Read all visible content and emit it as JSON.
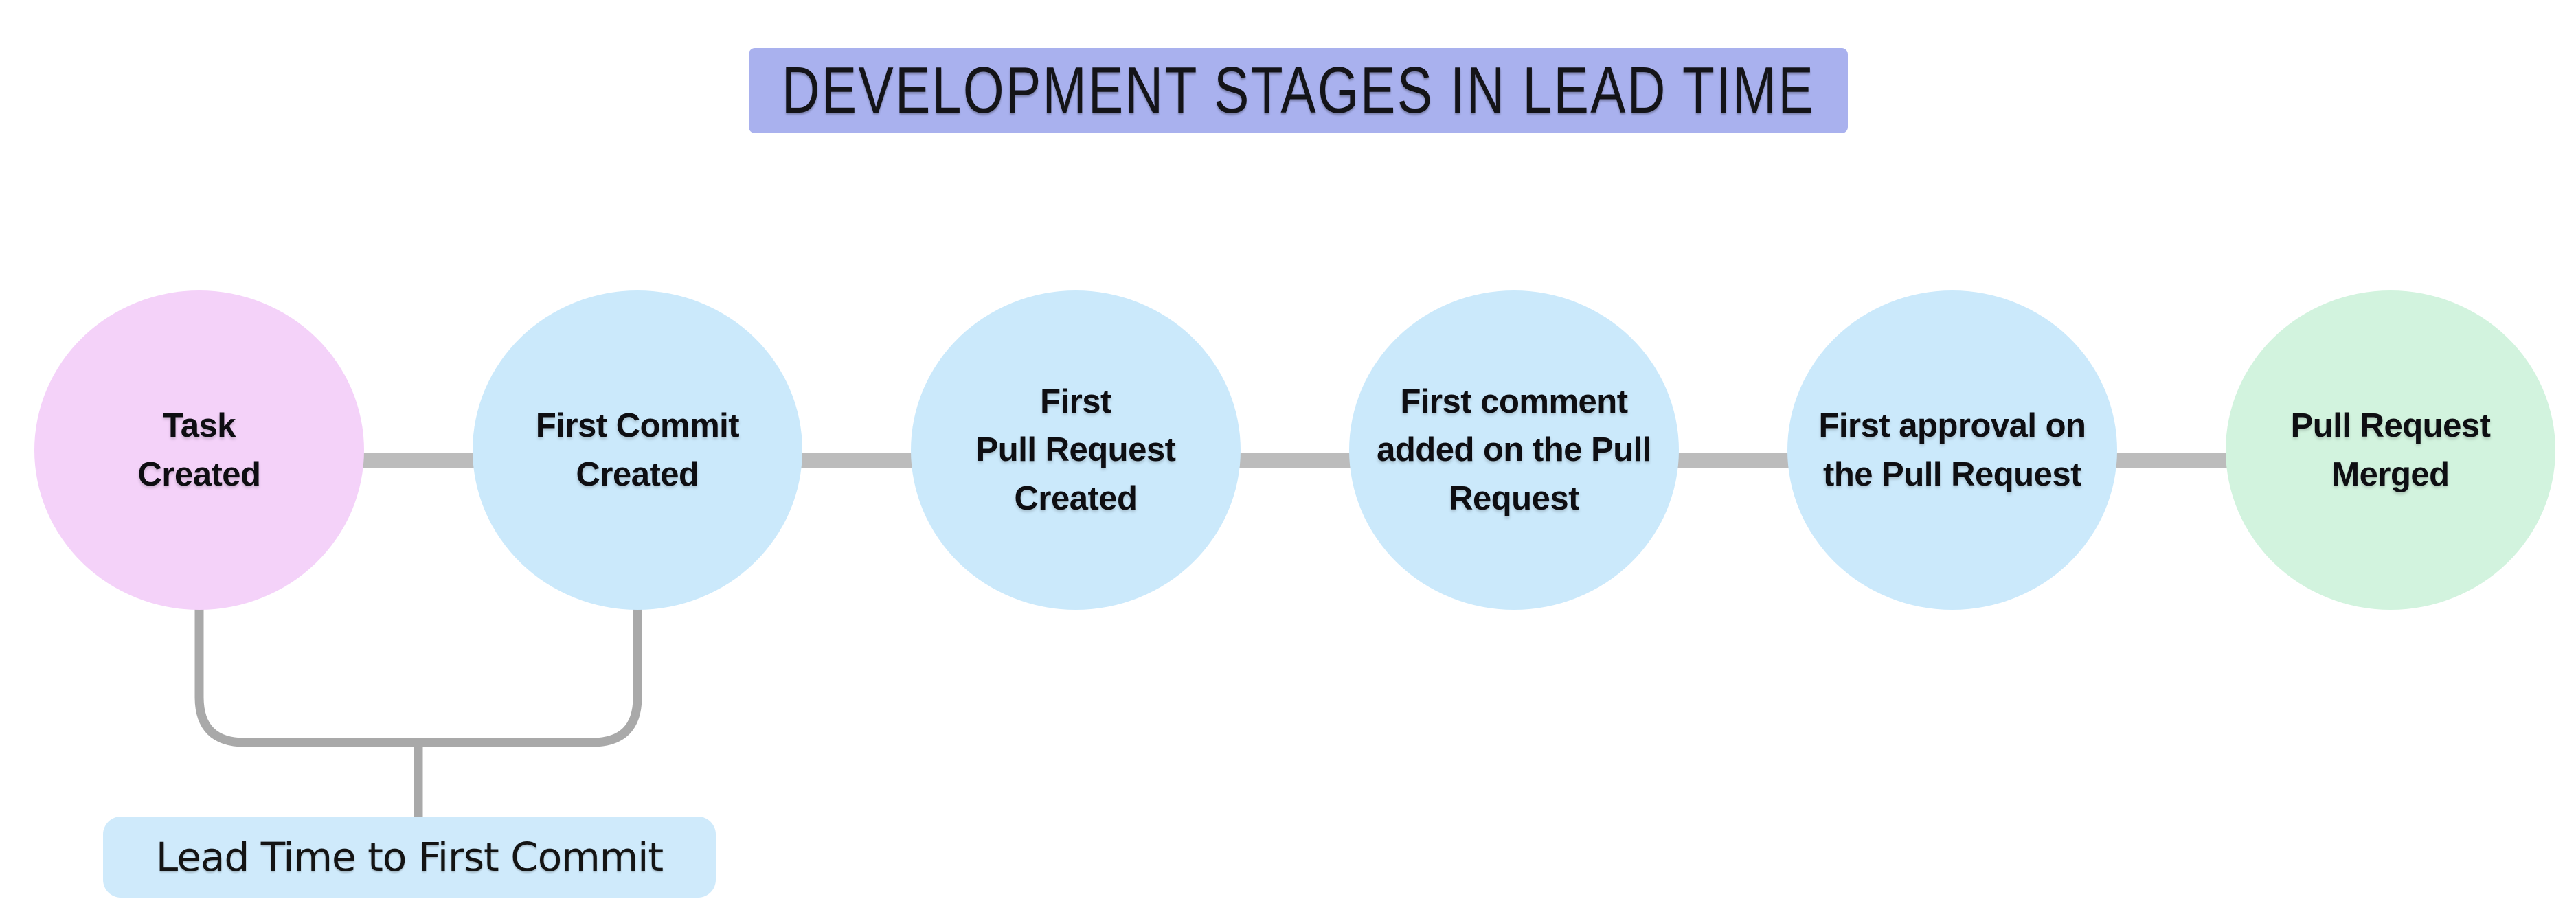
{
  "title": {
    "text": "DEVELOPMENT STAGES IN LEAD TIME"
  },
  "stages": [
    {
      "label": "Task\nCreated",
      "fill": "#f4d2f9"
    },
    {
      "label": "First Commit\nCreated",
      "fill": "#cbe9fb"
    },
    {
      "label": "First\nPull Request\nCreated",
      "fill": "#cbe9fb"
    },
    {
      "label": "First comment\nadded on the Pull\nRequest",
      "fill": "#cbe9fb"
    },
    {
      "label": "First approval on\nthe Pull Request",
      "fill": "#cbe9fb"
    },
    {
      "label": "Pull Request\nMerged",
      "fill": "#d2f3de"
    }
  ],
  "annotation": {
    "label": "Lead Time to First Commit",
    "fill": "#cfeafb"
  },
  "colors": {
    "background": "#ffffff",
    "title_banner": "#a9b1ee",
    "connector": "#bcbcbc",
    "bracket": "#a9a9a9",
    "text": "#121216"
  }
}
